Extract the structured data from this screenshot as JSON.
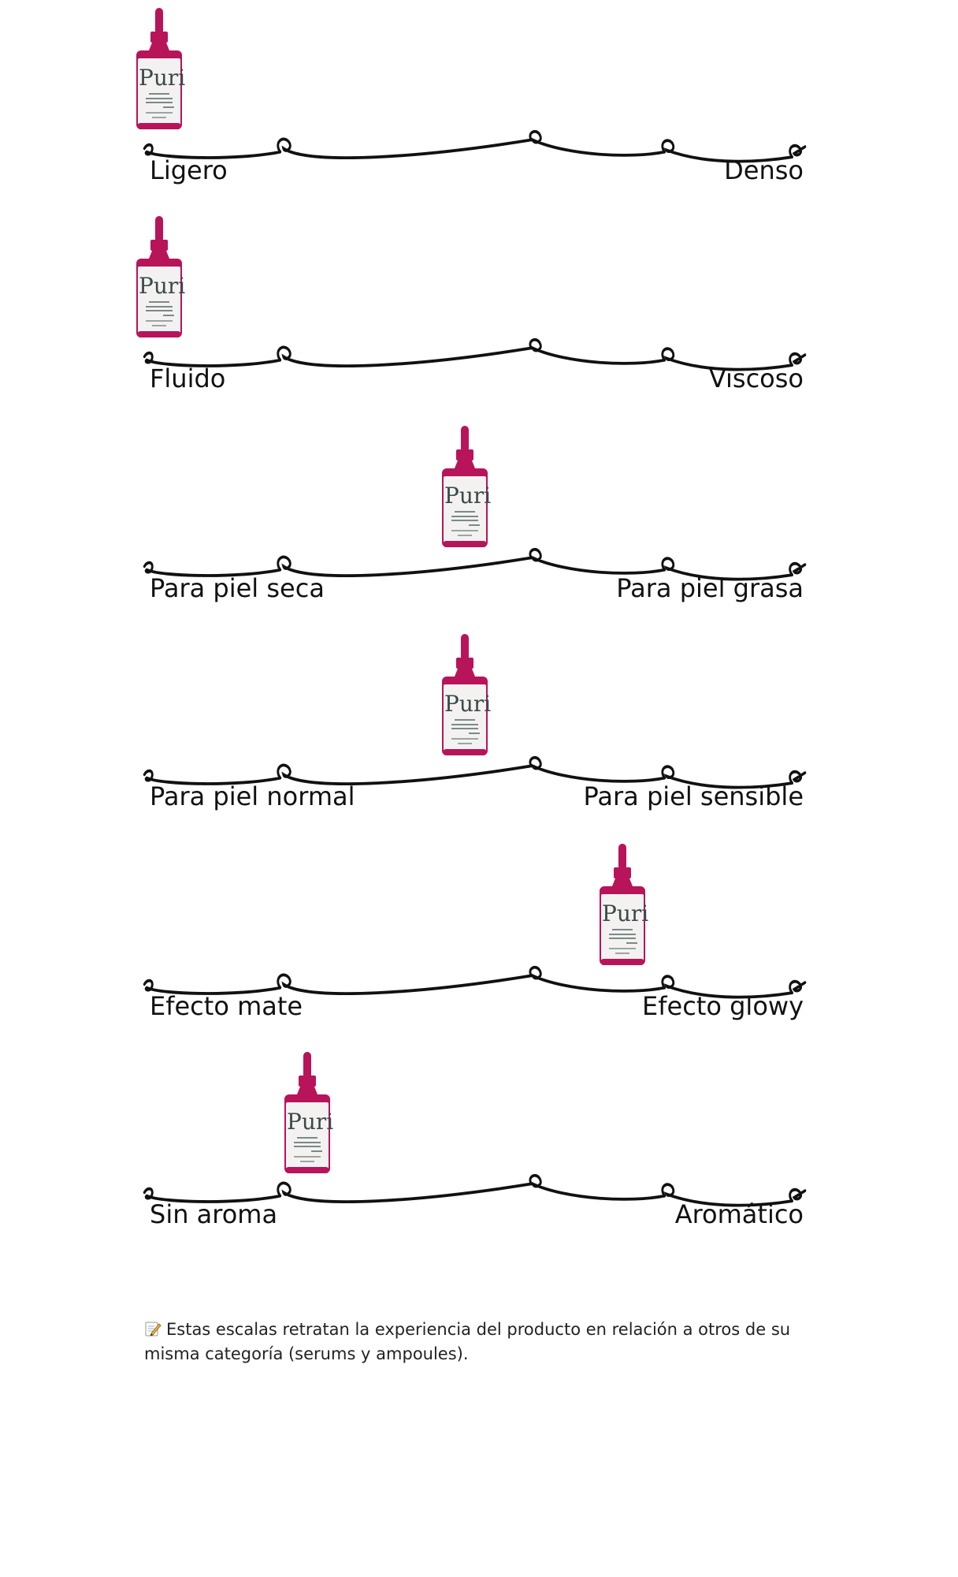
{
  "scales": [
    {
      "left_label": "Ligero",
      "right_label": "Denso",
      "position": 0.0
    },
    {
      "left_label": "Fluido",
      "right_label": "Viscoso",
      "position": 0.0
    },
    {
      "left_label": "Para piel seca",
      "right_label": "Para piel grasa",
      "position": 0.5
    },
    {
      "left_label": "Para piel normal",
      "right_label": "Para piel sensible",
      "position": 0.5
    },
    {
      "left_label": "Efecto mate",
      "right_label": "Efecto glowy",
      "position": 0.75
    },
    {
      "left_label": "Sin aroma",
      "right_label": "Aromático",
      "position": 0.25
    }
  ],
  "bottle": {
    "brand": "Purito",
    "cap_color": "#b8145a",
    "label_color": "#f4f2f0"
  },
  "note": {
    "icon": "memo-pencil-icon",
    "text": "Estas escalas retratan la experiencia del producto en relación a otros de su misma categoría (serums y ampoules)."
  }
}
